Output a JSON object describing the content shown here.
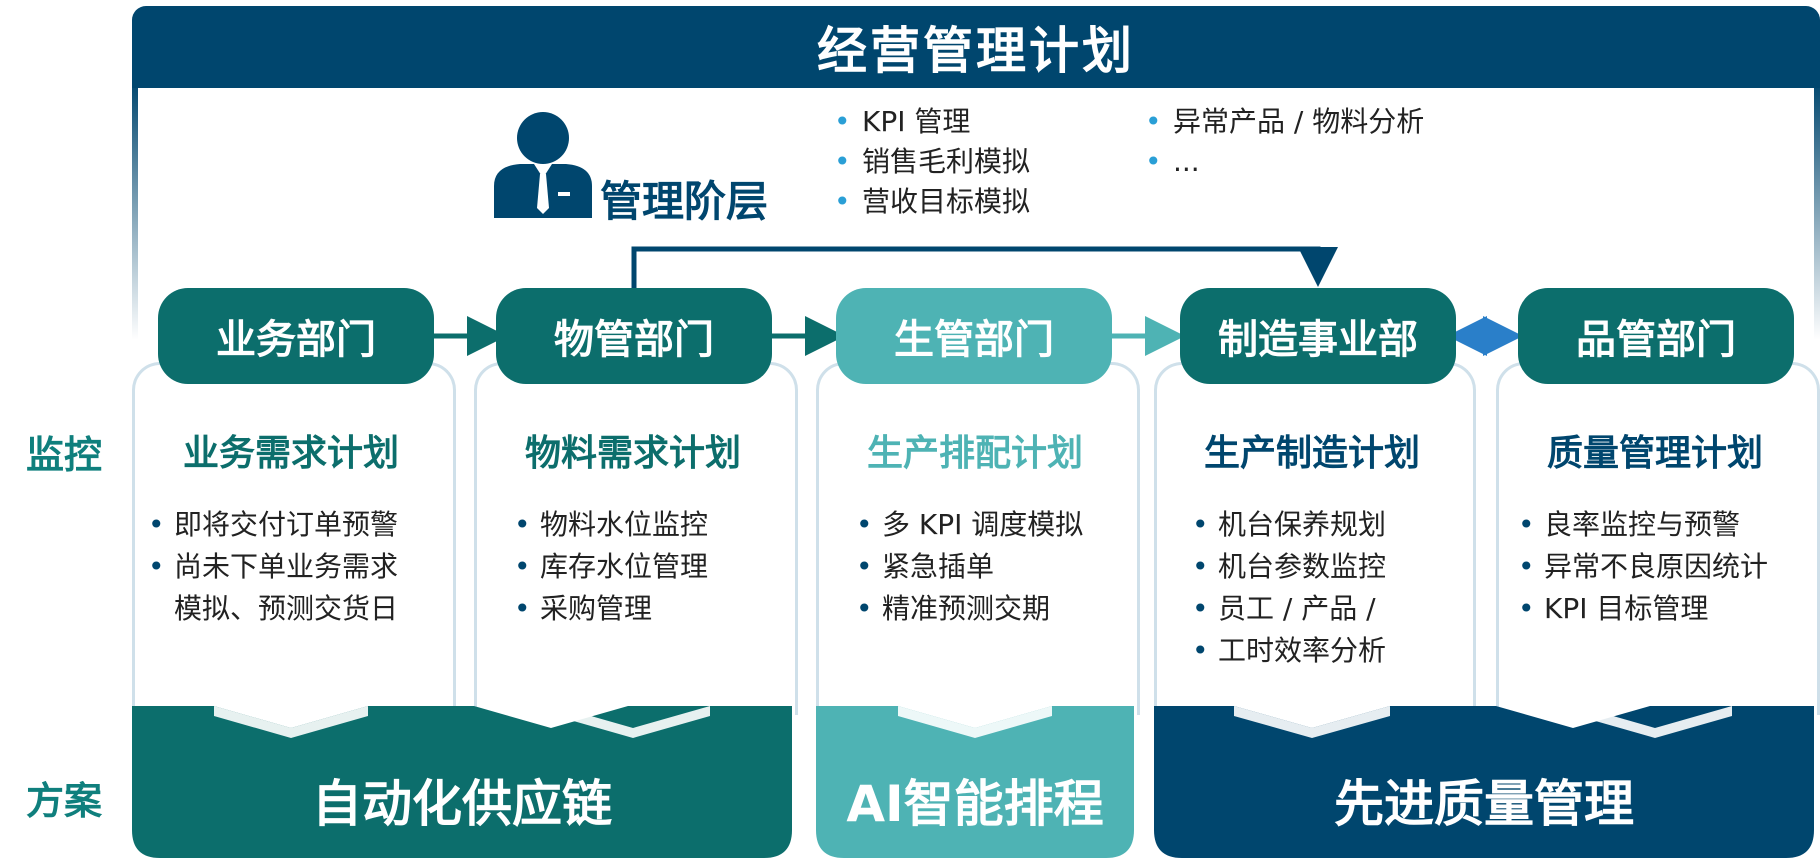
{
  "banner": {
    "title": "经营管理计划"
  },
  "management": {
    "label": "管理阶层",
    "bullets_left": [
      "KPI 管理",
      "销售毛利模拟",
      "营收目标模拟"
    ],
    "bullets_right": [
      "异常产品 / 物料分析",
      "..."
    ]
  },
  "side_labels": {
    "monitor": "监控",
    "solution": "方案"
  },
  "departments": [
    {
      "name": "业务部门",
      "plan": "业务需求计划",
      "items": [
        "即将交付订单预警",
        "尚未下单业务需求",
        "模拟、预测交货日"
      ]
    },
    {
      "name": "物管部门",
      "plan": "物料需求计划",
      "items": [
        "物料水位监控",
        "库存水位管理",
        "采购管理"
      ]
    },
    {
      "name": "生管部门",
      "plan": "生产排配计划",
      "items": [
        "多 KPI 调度模拟",
        "紧急插单",
        "精准预测交期"
      ]
    },
    {
      "name": "制造事业部",
      "plan": "生产制造计划",
      "items": [
        "机台保养规划",
        "机台参数监控",
        "员工 / 产品 /",
        "工时效率分析"
      ]
    },
    {
      "name": "品管部门",
      "plan": "质量管理计划",
      "items": [
        "良率监控与预警",
        "异常不良原因统计",
        "KPI 目标管理"
      ]
    }
  ],
  "solutions": [
    "自动化供应链",
    "AI智能排程",
    "先进质量管理"
  ],
  "colors": {
    "navy": "#00466e",
    "teal": "#0c6e6c",
    "light_teal": "#4eb3b4",
    "bullet_blue": "#2a9fd6"
  }
}
